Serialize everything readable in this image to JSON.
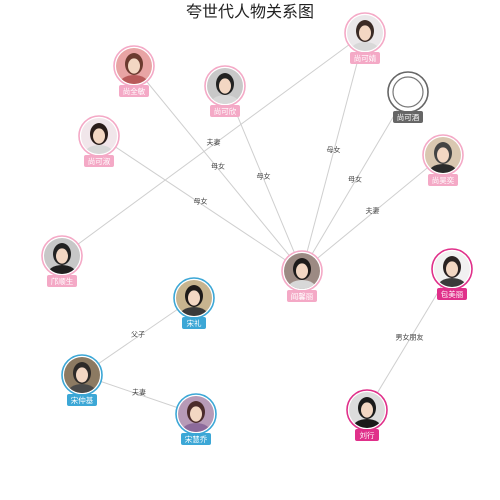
{
  "title": "夸世代人物关系图",
  "colors": {
    "pink": "#f4a9c6",
    "pink_dark": "#e0308a",
    "blue": "#3ca7d6",
    "gray": "#666666",
    "edge": "#cfcfcf"
  },
  "nodes": [
    {
      "id": "shangquanmin",
      "label": "尚全敏",
      "color": "pink",
      "avatar": "woman-red-icon"
    },
    {
      "id": "shangkexin",
      "label": "尚可欣",
      "color": "pink",
      "avatar": "woman-dark-icon"
    },
    {
      "id": "shangkeshu",
      "label": "尚可淑",
      "color": "pink",
      "avatar": "woman-smile-icon"
    },
    {
      "id": "shangkejing",
      "label": "尚可婧",
      "color": "pink",
      "avatar": "woman-light-icon"
    },
    {
      "id": "shangkejiu",
      "label": "尚可酒",
      "color": "gray",
      "avatar": "empty-avatar-icon"
    },
    {
      "id": "shangyuanhao",
      "label": "尚昊奕",
      "color": "pink",
      "avatar": "man-glasses-icon"
    },
    {
      "id": "dengjingsheng",
      "label": "邝顺生",
      "color": "pink",
      "avatar": "man-suit-icon"
    },
    {
      "id": "yanlingli",
      "label": "阎馨丽",
      "color": "pink",
      "avatar": "woman-shorthair-icon"
    },
    {
      "id": "baomeili",
      "label": "包美丽",
      "color": "pink_dark",
      "avatar": "woman-dress-icon"
    },
    {
      "id": "songli",
      "label": "宋礼",
      "color": "blue",
      "avatar": "man-young-icon"
    },
    {
      "id": "songzhongji",
      "label": "宋仲基",
      "color": "blue",
      "avatar": "man-older-icon"
    },
    {
      "id": "songhuiqiao",
      "label": "宋慧乔",
      "color": "blue",
      "avatar": "woman-purple-icon"
    },
    {
      "id": "liuxing",
      "label": "刘行",
      "color": "pink_dark",
      "avatar": "man-formal-icon"
    }
  ],
  "edges": [
    {
      "from": "shangquanmin",
      "to": "yanlingli",
      "label": "母女"
    },
    {
      "from": "shangkexin",
      "to": "yanlingli",
      "label": "母女"
    },
    {
      "from": "shangkeshu",
      "to": "yanlingli",
      "label": "母女"
    },
    {
      "from": "shangkejing",
      "to": "yanlingli",
      "label": "母女"
    },
    {
      "from": "shangkejiu",
      "to": "yanlingli",
      "label": "母女"
    },
    {
      "from": "shangyuanhao",
      "to": "yanlingli",
      "label": "夫妻"
    },
    {
      "from": "shangkejing",
      "to": "dengjingsheng",
      "label": "夫妻"
    },
    {
      "from": "songli",
      "to": "songzhongji",
      "label": "父子"
    },
    {
      "from": "songzhongji",
      "to": "songhuiqiao",
      "label": "夫妻"
    },
    {
      "from": "baomeili",
      "to": "liuxing",
      "label": "男女朋友"
    }
  ]
}
